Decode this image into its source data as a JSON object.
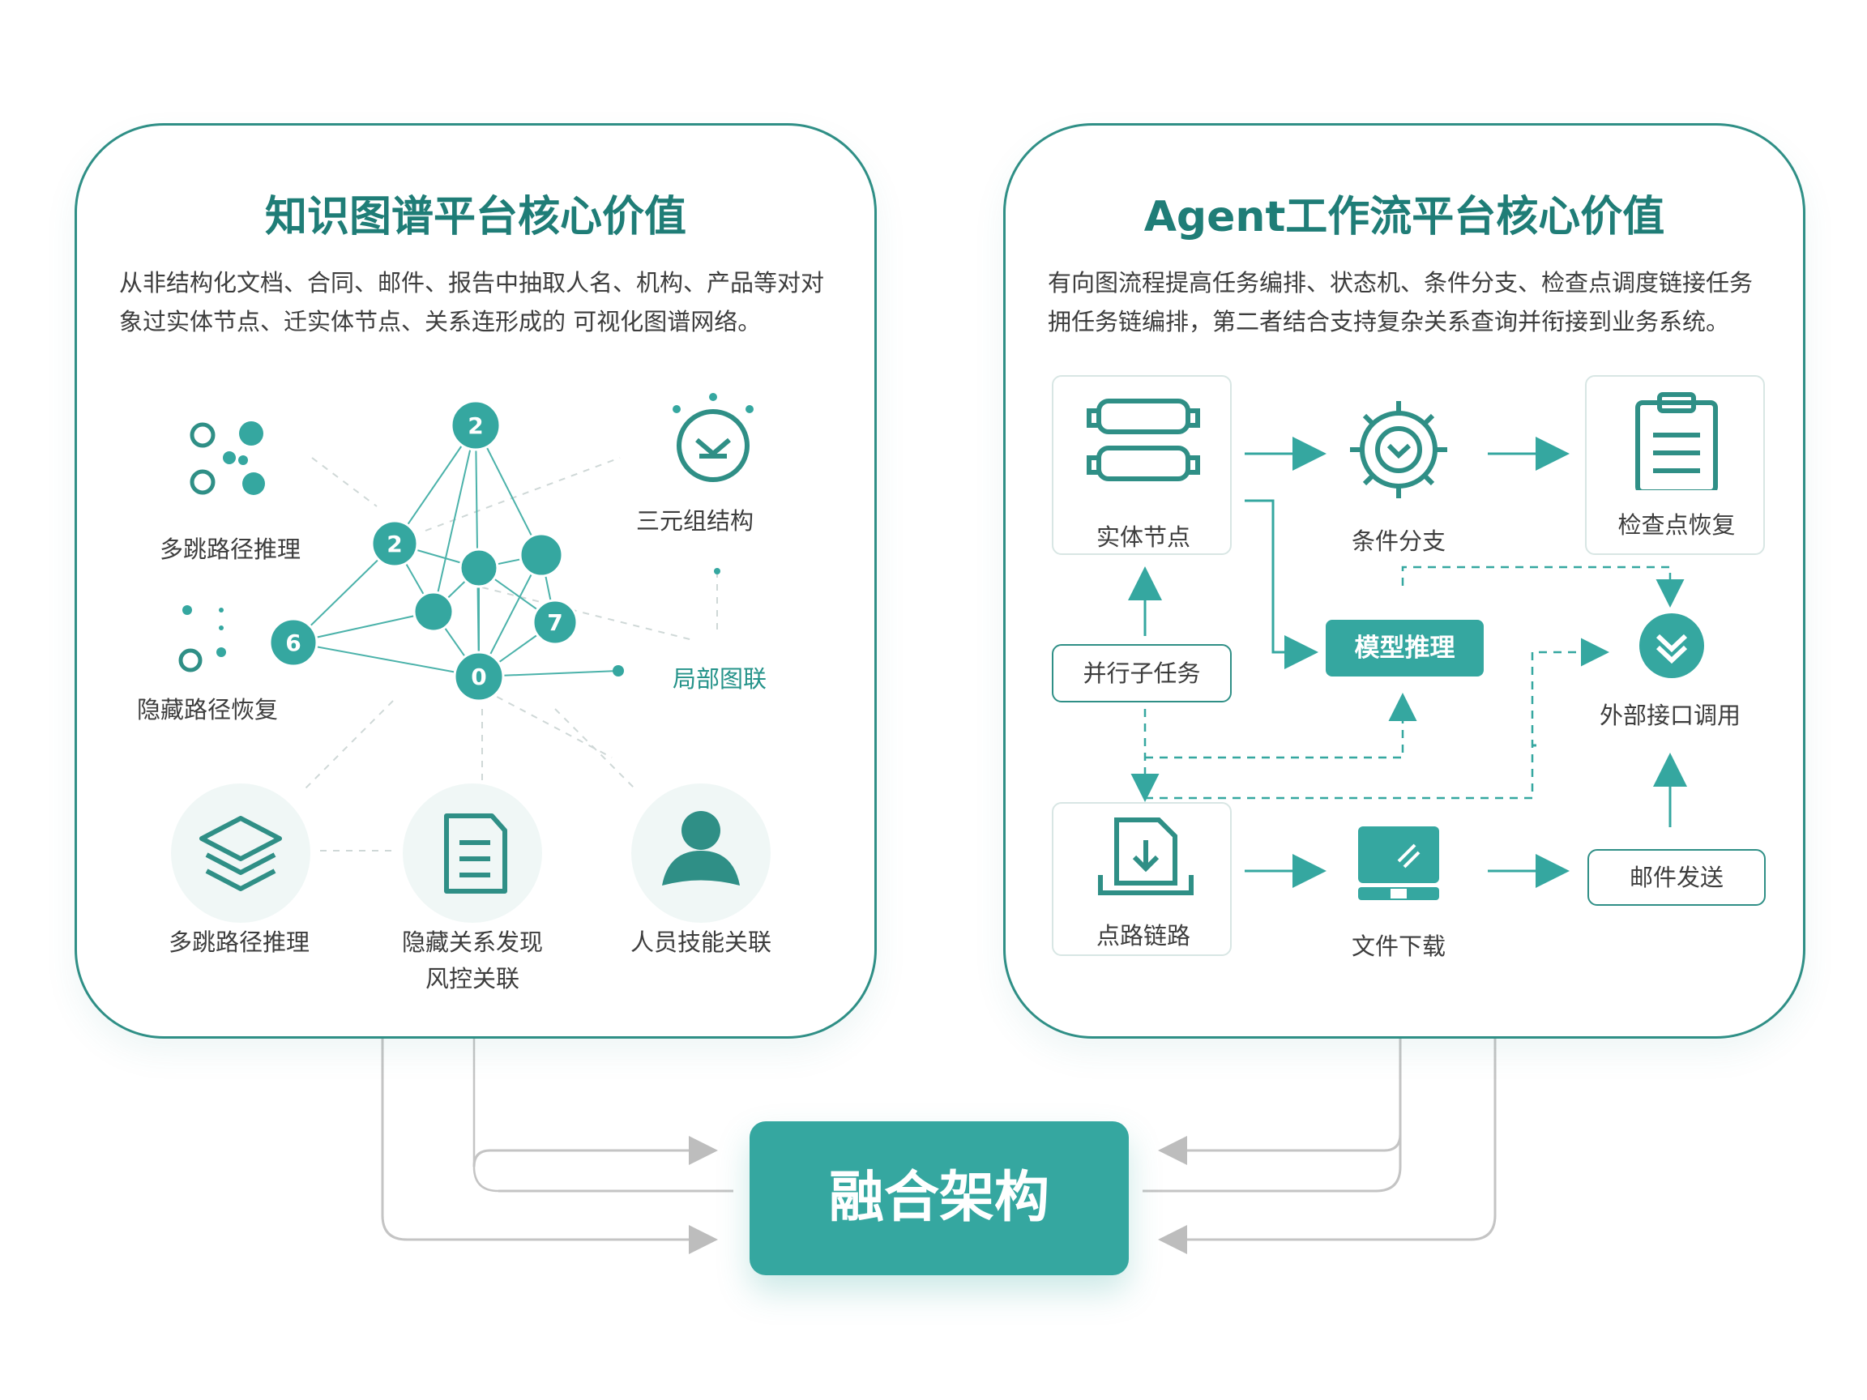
{
  "left": {
    "title": "知识图谱平台核心价值",
    "desc": "从非结构化文档、合同、邮件、报告中抽取人名、机构、产品等对对象过实体节点、迁实体节点、关系连形成的 可视化图谱网络。",
    "labels": {
      "multi_hop_top": "多跳路径推理",
      "triple": "三元组结构",
      "hidden_left": "隐藏路径恢复",
      "local_assoc": "局部图联",
      "multi_hop_bottom": "多跳路径推理",
      "hidden_bottom_1": "隐藏关系发现",
      "hidden_bottom_2": "风控关联",
      "people_skill": "人员技能关联"
    },
    "nodes": {
      "n_top": "2",
      "n_mid": "2",
      "n_left": "6",
      "n_right": "7",
      "n_bottom": "0"
    }
  },
  "right": {
    "title": "Agent工作流平台核心价值",
    "desc": "有向图流程提高任务编排、状态机、条件分支、检查点调度链接任务拥任务链编排，第二者结合支持复杂关系查询并衔接到业务系统。",
    "labels": {
      "entity_node": "实体节点",
      "condition_branch": "条件分支",
      "checkpoint": "检查点恢复",
      "parallel_subtask": "并行子任务",
      "model_inference": "模型推理",
      "external_api": "外部接口调用",
      "point_link": "点路链路",
      "file_download": "文件下载",
      "email_send": "邮件发送"
    }
  },
  "center": {
    "label": "融合架构"
  },
  "colors": {
    "teal": "#35a7a0",
    "dark_teal": "#1f7d77",
    "border": "#2f8f86"
  }
}
